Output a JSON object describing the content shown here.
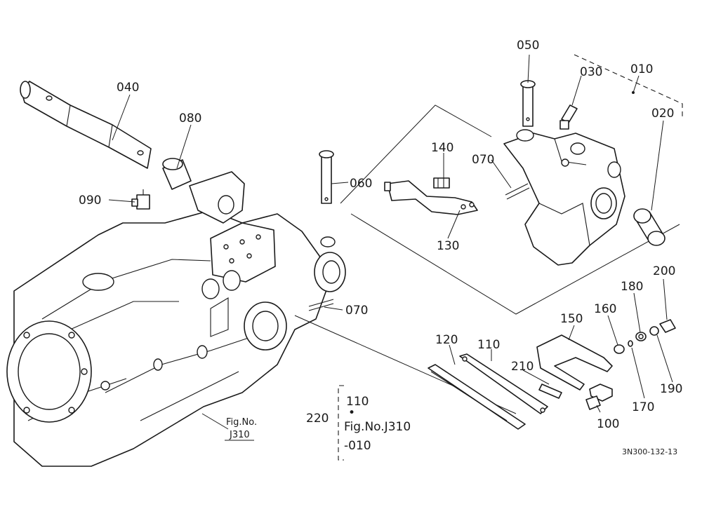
{
  "callouts": {
    "c010": "010",
    "c020": "020",
    "c030": "030",
    "c040": "040",
    "c050": "050",
    "c060": "060",
    "c070a": "070",
    "c070b": "070",
    "c080": "080",
    "c090": "090",
    "c100": "100",
    "c110": "110",
    "c120": "120",
    "c130": "130",
    "c140": "140",
    "c150": "150",
    "c160": "160",
    "c170": "170",
    "c180": "180",
    "c190": "190",
    "c200": "200",
    "c210": "210"
  },
  "group_note": {
    "number": "220",
    "line1": "110",
    "bullet": "•",
    "line2": "Fig.No.J310",
    "line3": "-010"
  },
  "fig_ref": {
    "line1": "Fig.No.",
    "line2": "J310"
  },
  "drawing_code": "3N300-132-13"
}
